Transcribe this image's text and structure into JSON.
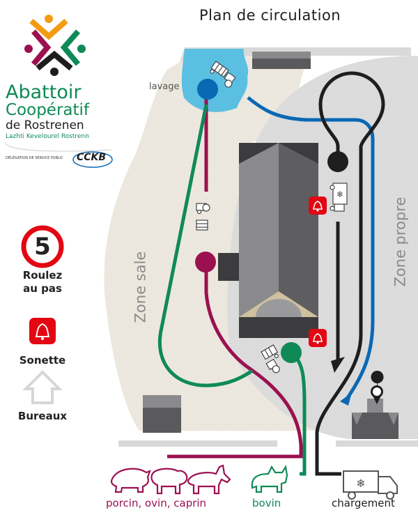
{
  "header": {
    "title": "Plan de circulation"
  },
  "logo": {
    "line1": "Abattoir",
    "line2": "Coopératif",
    "line3": "de Rostrenen",
    "line4": "Lazhti Kevelourel Rostrenn",
    "delegation": "DÉLÉGATION DE SERVICE PUBLIC",
    "partner": "CCKB",
    "colors": {
      "orange": "#f39c12",
      "purple": "#9b1150",
      "green": "#0f8a57",
      "black": "#1e1e1e"
    }
  },
  "legend": [
    {
      "icon": "speed-limit-5-icon",
      "value": "5",
      "label_line1": "Roulez",
      "label_line2": "au pas"
    },
    {
      "icon": "bell-icon",
      "label": "Sonette"
    },
    {
      "icon": "house-icon",
      "label": "Bureaux"
    }
  ],
  "map": {
    "zones": {
      "dirty": "Zone sale",
      "clean": "Zone propre"
    },
    "wash_station": "lavage",
    "routes": [
      {
        "name": "porcin, ovin, caprin",
        "color": "#9b1150"
      },
      {
        "name": "bovin",
        "color": "#0f8a57"
      },
      {
        "name": "chargement",
        "color": "#1e1e1e"
      },
      {
        "name": "lavage",
        "color": "#0a68b4"
      }
    ],
    "colors": {
      "dirty_zone": "#ece8df",
      "clean_zone": "#dcdcdc",
      "wash_area": "#5bbfe2",
      "bell_red": "#e30613",
      "building_dark": "#3c3c3e",
      "building_mid": "#5e5e60",
      "building_light": "#8a8a8c",
      "road": "#d9d9d9"
    }
  },
  "footer": {
    "porcin": "porcin, ovin, caprin",
    "bovin": "bovin",
    "chargement": "chargement"
  }
}
